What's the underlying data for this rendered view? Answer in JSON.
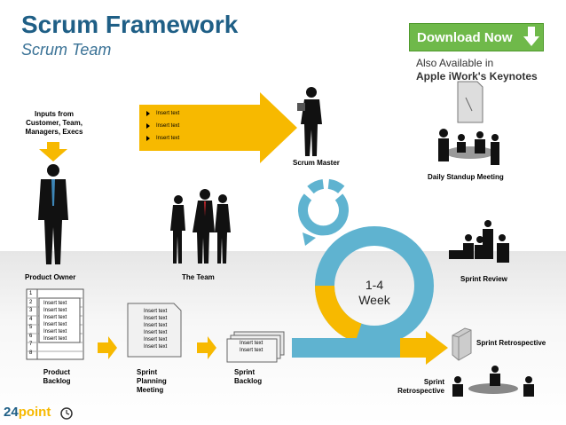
{
  "header": {
    "title": "Scrum Framework",
    "subtitle": "Scrum Team"
  },
  "download": {
    "button_label": "Download Now",
    "also_line1": "Also Available in",
    "also_line2": "Apple iWork's Keynotes"
  },
  "inputs_label": [
    "Inputs from",
    "Customer, Team,",
    "Managers, Execs"
  ],
  "arrow_bullets": [
    "Insert text",
    "Insert text",
    "Insert text"
  ],
  "roles": {
    "scrum_master": "Scrum Master",
    "daily_standup": "Daily Standup Meeting",
    "product_owner": "Product Owner",
    "the_team": "The Team",
    "sprint_review": "Sprint Review",
    "sprint_retrospective_right": "Sprint Retrospective",
    "sprint_retrospective_bottom": [
      "Sprint",
      "Retrospective"
    ]
  },
  "cycle": {
    "line1": "1-4",
    "line2": "Week"
  },
  "backlog": {
    "numbers": [
      "1",
      "2",
      "3",
      "4",
      "5",
      "6",
      "7",
      "8"
    ],
    "items": [
      "Insert text",
      "Insert text",
      "Insert text",
      "Insert text",
      "Insert text",
      "Insert text"
    ]
  },
  "sprint_planning_doc": [
    "Insert text",
    "Insert text",
    "Insert text",
    "Insert text",
    "Insert text",
    "Insert text"
  ],
  "sprint_backlog_doc": [
    "Insert text",
    "Insert text"
  ],
  "bottom_labels": {
    "product_backlog": [
      "Product",
      "Backlog"
    ],
    "sprint_planning": [
      "Sprint",
      "Planning",
      "Meeting"
    ],
    "sprint_backlog": [
      "Sprint",
      "Backlog"
    ]
  },
  "logo": {
    "number": "24",
    "word": "point"
  },
  "colors": {
    "title": "#1f5f86",
    "arrow": "#f7b900",
    "cycle": "#5fb3d0",
    "download": "#6fb94a"
  }
}
